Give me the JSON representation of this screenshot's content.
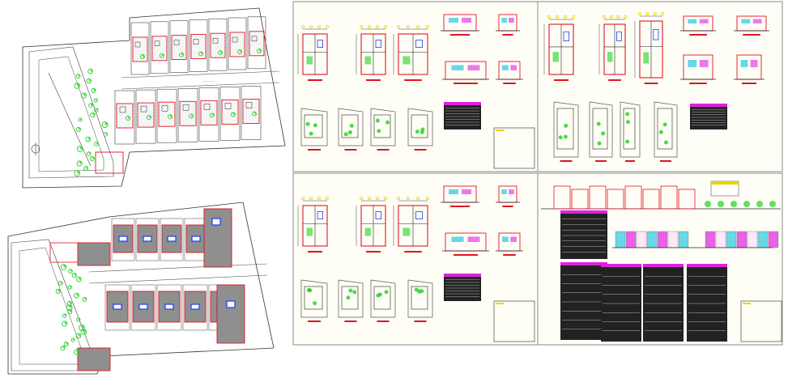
{
  "drawing_title": "",
  "colors": {
    "sheet_background": "#fffef6",
    "wall_red": "#e0141e",
    "vegetation_green": "#1fd11f",
    "table_header_magenta": "#e020e0",
    "dimension_yellow": "#e8d400",
    "slab_gray": "#8f8f8f",
    "window_blue": "#1a3cff",
    "facade_cyan": "#28c8e0"
  },
  "site_plans": [
    {
      "id": "site-plan-top",
      "style": "furnished-lots"
    },
    {
      "id": "site-plan-bottom",
      "style": "gray-lot-coverage"
    }
  ],
  "sheets": [
    {
      "id": "sheet-1",
      "content": "floor-plans-elevations"
    },
    {
      "id": "sheet-2",
      "content": "floor-plans-elevations"
    },
    {
      "id": "sheet-3",
      "content": "floor-plans-elevations"
    },
    {
      "id": "sheet-4",
      "content": "street-elevations-and-area-tables"
    }
  ],
  "icons": [
    "north-arrow-icon",
    "tree-icon",
    "title-block"
  ]
}
